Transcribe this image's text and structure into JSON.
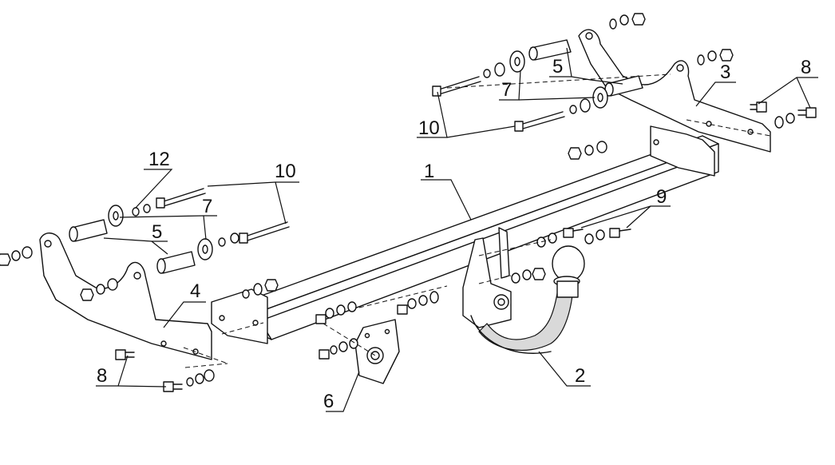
{
  "callouts": [
    {
      "id": "c1",
      "text": "1"
    },
    {
      "id": "c2",
      "text": "2"
    },
    {
      "id": "c3",
      "text": "3"
    },
    {
      "id": "c4",
      "text": "4"
    },
    {
      "id": "c5a",
      "text": "5"
    },
    {
      "id": "c5b",
      "text": "5"
    },
    {
      "id": "c6",
      "text": "6"
    },
    {
      "id": "c7a",
      "text": "7"
    },
    {
      "id": "c7b",
      "text": "7"
    },
    {
      "id": "c8a",
      "text": "8"
    },
    {
      "id": "c8b",
      "text": "8"
    },
    {
      "id": "c9",
      "text": "9"
    },
    {
      "id": "c10a",
      "text": "10"
    },
    {
      "id": "c10b",
      "text": "10"
    },
    {
      "id": "c12",
      "text": "12"
    }
  ]
}
